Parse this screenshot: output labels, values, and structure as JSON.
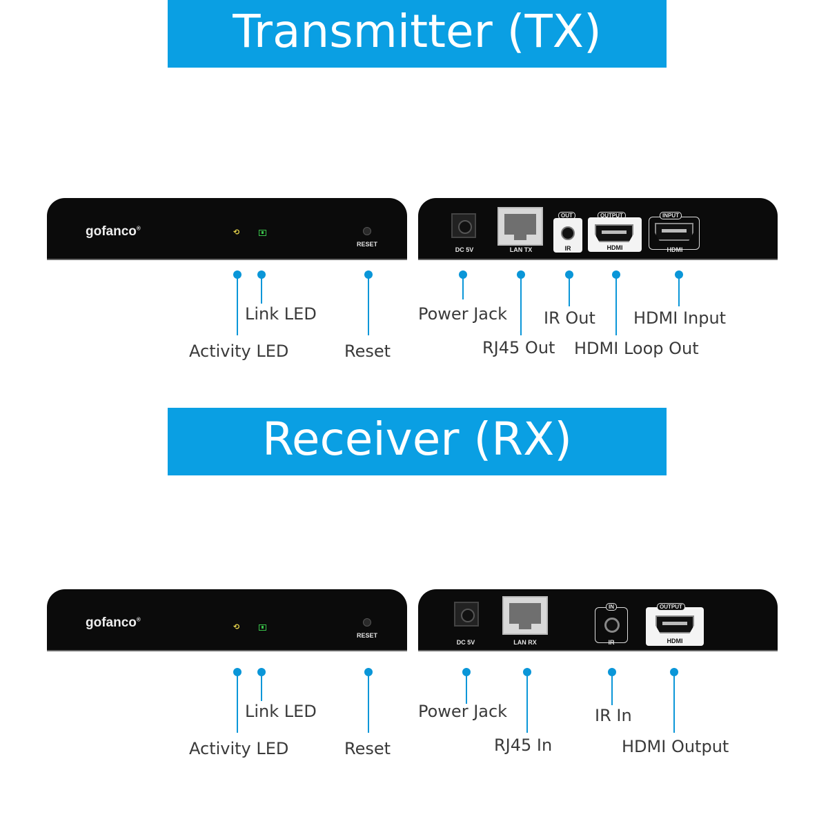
{
  "tx": {
    "title": "Transmitter (TX)",
    "logo": "gofanco",
    "logo_mark": "®",
    "front_reset_label": "RESET",
    "ports": {
      "dc": "DC 5V",
      "lan": "LAN TX",
      "ir_tag": "OUT",
      "ir": "IR",
      "hdmi_out_tag": "OUTPUT",
      "hdmi_out": "HDMI",
      "hdmi_in_tag": "INPUT",
      "hdmi_in": "HDMI"
    },
    "callouts": {
      "link_led": "Link LED",
      "activity_led": "Activity LED",
      "reset": "Reset",
      "power_jack": "Power Jack",
      "rj45": "RJ45 Out",
      "ir": "IR Out",
      "hdmi_loop": "HDMI Loop Out",
      "hdmi_input": "HDMI Input"
    }
  },
  "rx": {
    "title": "Receiver (RX)",
    "logo": "gofanco",
    "logo_mark": "®",
    "front_reset_label": "RESET",
    "ports": {
      "dc": "DC 5V",
      "lan": "LAN RX",
      "ir_tag": "IN",
      "ir": "IR",
      "hdmi_out_tag": "OUTPUT",
      "hdmi_out": "HDMI"
    },
    "callouts": {
      "link_led": "Link LED",
      "activity_led": "Activity LED",
      "reset": "Reset",
      "power_jack": "Power Jack",
      "rj45": "RJ45 In",
      "ir": "IR In",
      "hdmi_output": "HDMI Output"
    }
  },
  "icons": {
    "activity_led": "sync-arrows-icon",
    "link_led": "link-square-icon"
  },
  "colors": {
    "banner": "#0a9fe3",
    "callout": "#0a96d8",
    "device": "#0b0b0b"
  }
}
